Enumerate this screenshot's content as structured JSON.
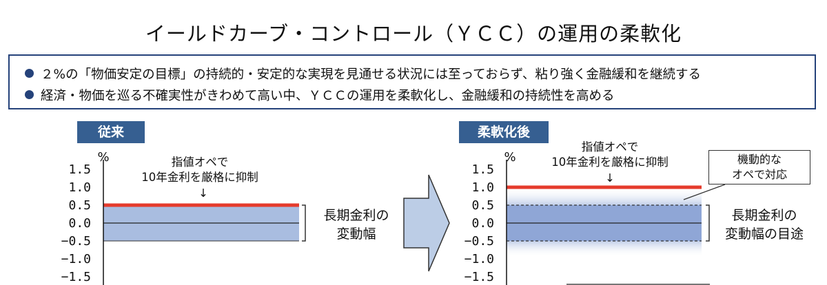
{
  "title": "イールドカーブ・コントロール（ＹＣＣ）の運用の柔軟化",
  "bullets": [
    "２%の「物価安定の目標」の持続的・安定的な実現を見通せる状況には至っておらず、粘り強く金融緩和を継続する",
    "経済・物価を巡る不確実性がきわめて高い中、ＹＣＣの運用を柔軟化し、金融緩和の持続性を高める"
  ],
  "panels": {
    "before": {
      "tag": "従来",
      "unit": "%",
      "ticks": [
        "1.5",
        "1.0",
        "0.5",
        "0.0",
        "−0.5",
        "−1.0",
        "−1.5"
      ],
      "annotation_line1": "指値オペで",
      "annotation_line2": "10年金利を厳格に抑制",
      "arrow": "↓",
      "side_label_line1": "長期金利の",
      "side_label_line2": "変動幅"
    },
    "after": {
      "tag": "柔軟化後",
      "unit": "%",
      "ticks": [
        "1.5",
        "1.0",
        "0.5",
        "0.0",
        "−0.5",
        "−1.0",
        "−1.5"
      ],
      "annotation_line1": "指値オペで",
      "annotation_line2": "10年金利を厳格に抑制",
      "arrow": "↓",
      "callout_line1": "機動的な",
      "callout_line2": "オペで対応",
      "side_label_line1": "長期金利の",
      "side_label_line2": "変動幅の目途"
    }
  },
  "chart_data": [
    {
      "type": "area",
      "yticks": [
        1.5,
        1.0,
        0.5,
        0.0,
        -0.5,
        -1.0,
        -1.5
      ],
      "band": [
        -0.5,
        0.5
      ],
      "cap_line": 0.5
    },
    {
      "type": "area",
      "yticks": [
        1.5,
        1.0,
        0.5,
        0.0,
        -0.5,
        -1.0,
        -1.5
      ],
      "band": [
        -0.5,
        0.5
      ],
      "band_dashed": true,
      "cap_line": 1.0,
      "gradient_to": 1.0
    }
  ],
  "colors": {
    "navy": "#25427a",
    "tag_bg": "#365f91",
    "band": "#a9bde0",
    "band_after": "#8fa6d6",
    "cap": "#e53b2c",
    "arrow_fill": "#bccde6"
  }
}
